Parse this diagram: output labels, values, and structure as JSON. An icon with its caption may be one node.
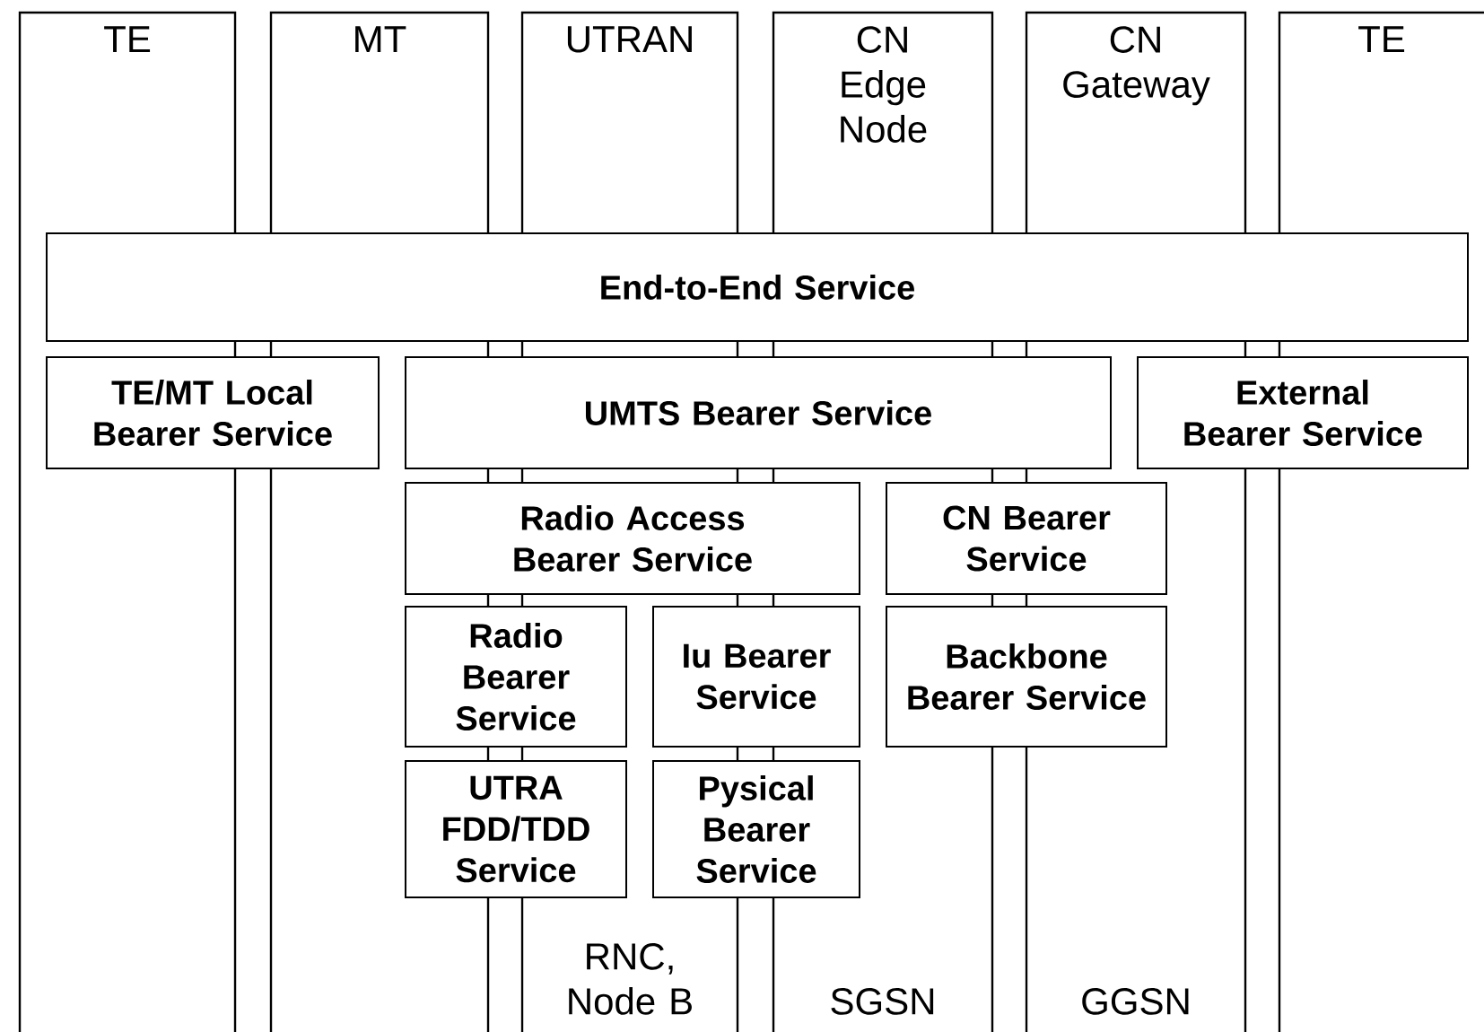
{
  "diagram": {
    "nodes": [
      {
        "text": [
          "TE"
        ]
      },
      {
        "text": [
          "MT"
        ]
      },
      {
        "text": [
          "UTRAN",
          "RNC, Node B"
        ]
      },
      {
        "text": [
          "CN Edge Node",
          "SGSN"
        ]
      },
      {
        "text": [
          "CN Gateway",
          "GGSN"
        ]
      },
      {
        "text": [
          "TE"
        ]
      },
      {
        "text": [
          "End-to-End Service"
        ]
      },
      {
        "text": [
          "TE/MT Local Bearer Service"
        ]
      },
      {
        "text": [
          "UMTS Bearer Service"
        ]
      },
      {
        "text": [
          "External Bearer Service"
        ]
      },
      {
        "text": [
          "Radio Access Bearer Service"
        ]
      },
      {
        "text": [
          "CN Bearer Service"
        ]
      },
      {
        "text": [
          "Radio Bearer Service"
        ]
      },
      {
        "text": [
          "Iu Bearer Service"
        ]
      },
      {
        "text": [
          "Backbone Bearer Service"
        ]
      },
      {
        "text": [
          "UTRA FDD/TDD Service"
        ]
      },
      {
        "text": [
          "Pysical Bearer Service"
        ]
      }
    ]
  }
}
